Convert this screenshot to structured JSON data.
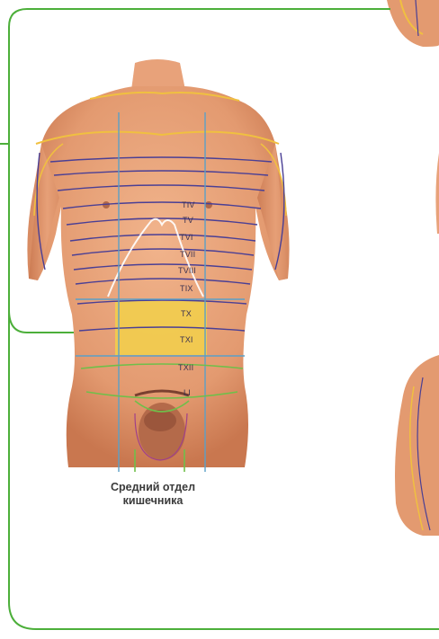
{
  "caption": {
    "line1": "Средний отдел",
    "line2": "кишечника"
  },
  "dermatomes": {
    "labels": [
      "TIV",
      "TV",
      "TVI",
      "TVII",
      "TVIII",
      "TIX",
      "TX",
      "TXI",
      "TXII",
      "LI"
    ],
    "highlighted": [
      "TX",
      "TXI"
    ]
  },
  "colors": {
    "frame_green": "#4caf3a",
    "skin": "#e8a27a",
    "skin_shadow": "#c9774f",
    "dermatome_line": "#4a3f95",
    "vertical_line": "#5aa0c8",
    "highlight": "#f2d04a",
    "lumbar_line": "#6fbf4a",
    "upper_line": "#f0c040"
  }
}
